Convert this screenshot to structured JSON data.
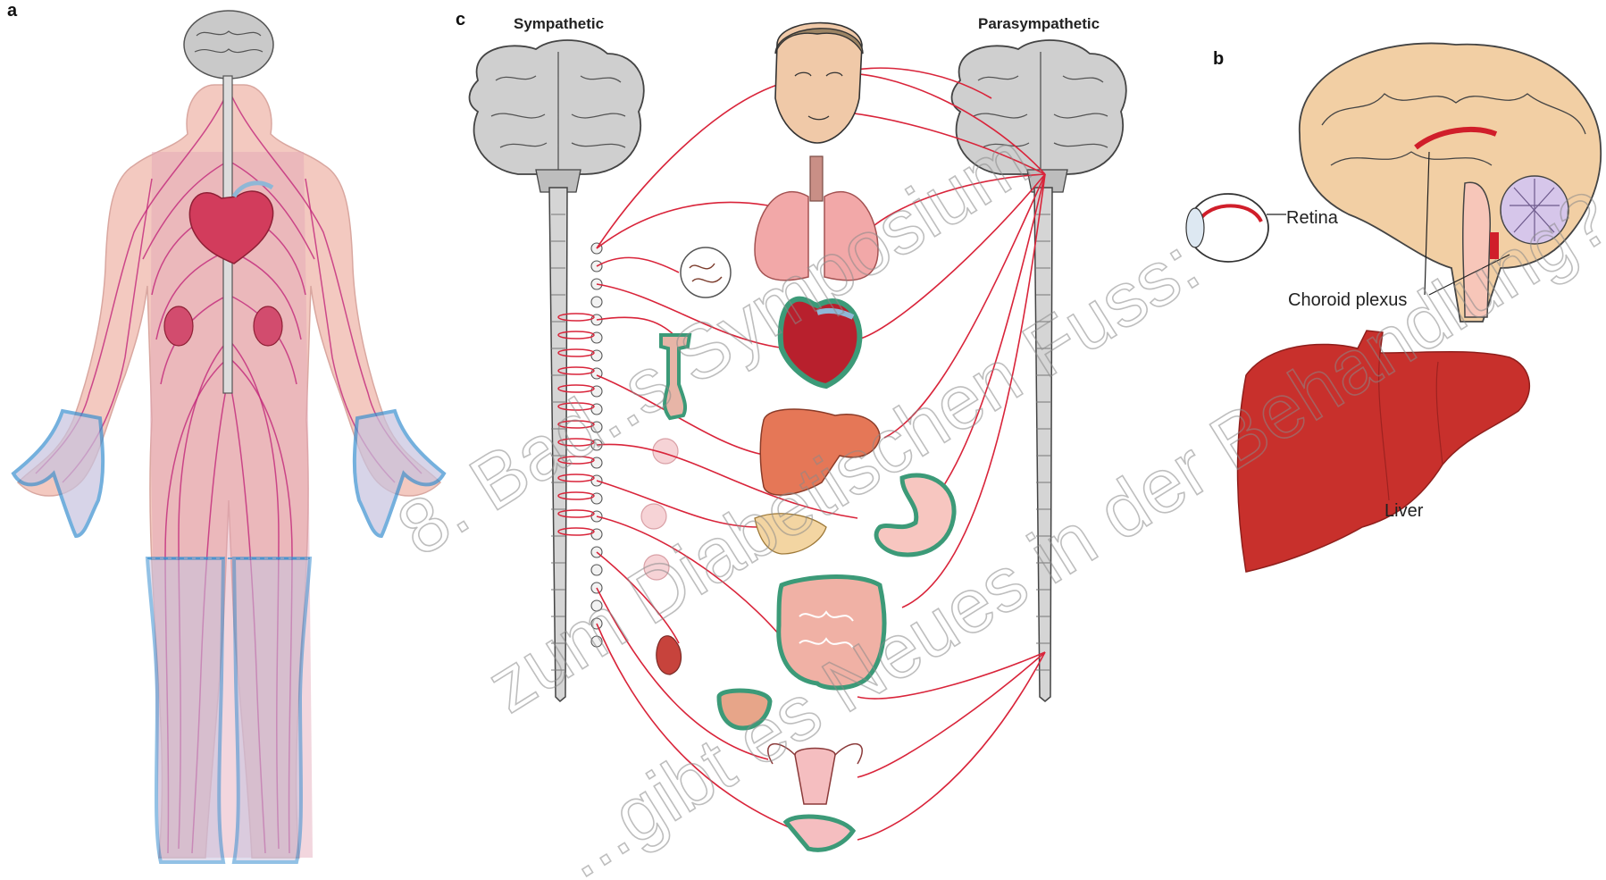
{
  "panels": {
    "a": "a",
    "b": "b",
    "c": "c"
  },
  "panel_c": {
    "sympathetic_label": "Sympathetic",
    "parasympathetic_label": "Parasympathetic"
  },
  "panel_b": {
    "retina_label": "Retina",
    "choroid_label": "Choroid plexus",
    "liver_label": "Liver"
  },
  "watermark": {
    "line1": "8. Bad..s Symposium",
    "line2": "zum Diabetischen Fuss:",
    "line3": "...gibt es Neues in der Behandlung?"
  },
  "colors": {
    "nerve": "#d9243a",
    "body_nerve": "#c2277b",
    "brain_gray": "#c9c9c9",
    "organ_outline_green": "#3c9a78",
    "hand_foot_outline": "#3a8fd0",
    "liver": "#c8302c"
  }
}
